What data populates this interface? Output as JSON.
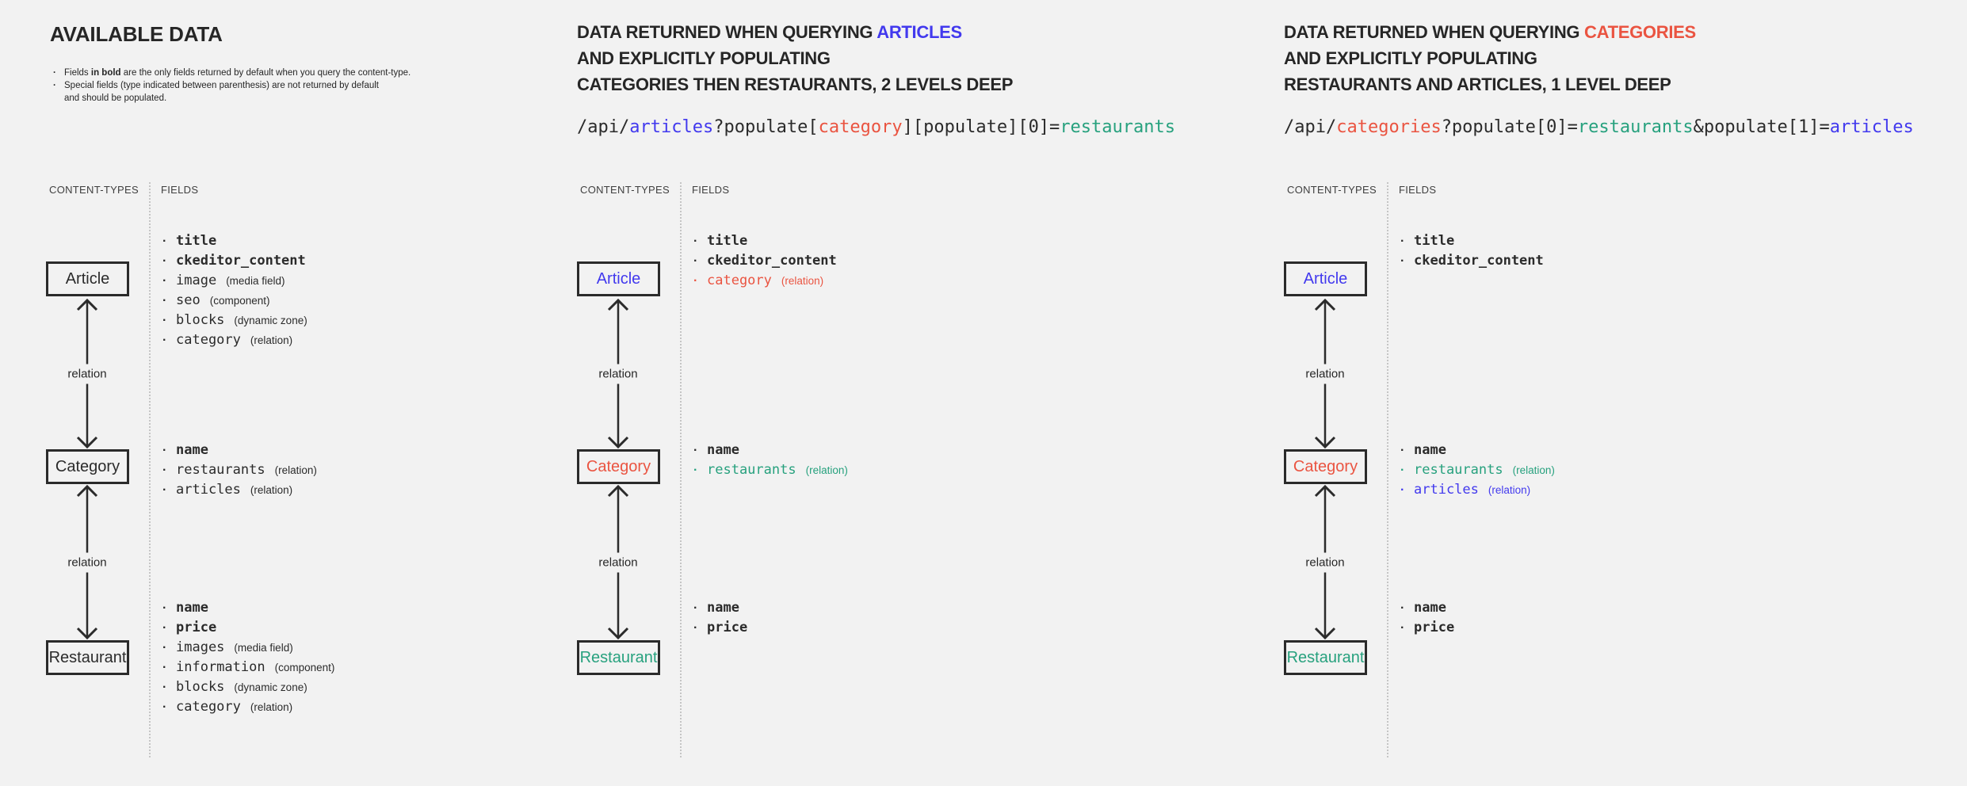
{
  "palette": {
    "background": "#f2f2f2",
    "text": "#2b2b2b",
    "heading": "#262626",
    "label": "#3f3f3f",
    "dotted": "#c5c5c5",
    "blue": "#4239ee",
    "red": "#ea5441",
    "green": "#27a17e"
  },
  "legend": {
    "title": "AVAILABLE DATA",
    "bullet": "·",
    "note1_pre": "Fields ",
    "note1_bold": "in bold",
    "note1_post": " are the only fields returned by default when you query the content-type.",
    "note2_line1": "Special fields (type indicated between parenthesis) are not returned by default",
    "note2_line2": "and should be populated."
  },
  "labels": {
    "content_types": "CONTENT-TYPES",
    "fields": "FIELDS",
    "relation": "relation",
    "bullet": "·"
  },
  "columns": [
    {
      "boxes": [
        {
          "label": "Article",
          "color": "text"
        },
        {
          "label": "Category",
          "color": "text"
        },
        {
          "label": "Restaurant",
          "color": "text"
        }
      ],
      "article_fields": [
        {
          "name": "title",
          "type": "",
          "bold": true,
          "color": "text"
        },
        {
          "name": "ckeditor_content",
          "type": "",
          "bold": true,
          "color": "text"
        },
        {
          "name": "image",
          "type": "(media field)",
          "bold": false,
          "color": "text"
        },
        {
          "name": "seo",
          "type": "(component)",
          "bold": false,
          "color": "text"
        },
        {
          "name": "blocks",
          "type": "(dynamic zone)",
          "bold": false,
          "color": "text"
        },
        {
          "name": "category",
          "type": "(relation)",
          "bold": false,
          "color": "text"
        }
      ],
      "category_fields": [
        {
          "name": "name",
          "type": "",
          "bold": true,
          "color": "text"
        },
        {
          "name": "restaurants",
          "type": "(relation)",
          "bold": false,
          "color": "text"
        },
        {
          "name": "articles",
          "type": "(relation)",
          "bold": false,
          "color": "text"
        }
      ],
      "restaurant_fields": [
        {
          "name": "name",
          "type": "",
          "bold": true,
          "color": "text"
        },
        {
          "name": "price",
          "type": "",
          "bold": true,
          "color": "text"
        },
        {
          "name": "images",
          "type": "(media field)",
          "bold": false,
          "color": "text"
        },
        {
          "name": "information",
          "type": "(component)",
          "bold": false,
          "color": "text"
        },
        {
          "name": "blocks",
          "type": "(dynamic zone)",
          "bold": false,
          "color": "text"
        },
        {
          "name": "category",
          "type": "(relation)",
          "bold": false,
          "color": "text"
        }
      ]
    },
    {
      "heading": {
        "line1_pre": "DATA RETURNED WHEN QUERYING ",
        "line1_highlight": "ARTICLES",
        "highlight_color": "blue",
        "line2": "AND EXPLICITLY POPULATING",
        "line3": "CATEGORIES THEN RESTAURANTS, 2 LEVELS DEEP"
      },
      "api": [
        {
          "t": "/api/",
          "c": "text"
        },
        {
          "t": "articles",
          "c": "blue"
        },
        {
          "t": "?populate[",
          "c": "text"
        },
        {
          "t": "category",
          "c": "red"
        },
        {
          "t": "][populate][0]=",
          "c": "text"
        },
        {
          "t": "restaurants",
          "c": "green"
        }
      ],
      "boxes": [
        {
          "label": "Article",
          "color": "blue"
        },
        {
          "label": "Category",
          "color": "red"
        },
        {
          "label": "Restaurant",
          "color": "green"
        }
      ],
      "article_fields": [
        {
          "name": "title",
          "type": "",
          "bold": true,
          "color": "text"
        },
        {
          "name": "ckeditor_content",
          "type": "",
          "bold": true,
          "color": "text"
        },
        {
          "name": "category",
          "type": "(relation)",
          "bold": false,
          "color": "red"
        }
      ],
      "category_fields": [
        {
          "name": "name",
          "type": "",
          "bold": true,
          "color": "text"
        },
        {
          "name": "restaurants",
          "type": "(relation)",
          "bold": false,
          "color": "green"
        }
      ],
      "restaurant_fields": [
        {
          "name": "name",
          "type": "",
          "bold": true,
          "color": "text"
        },
        {
          "name": "price",
          "type": "",
          "bold": true,
          "color": "text"
        }
      ]
    },
    {
      "heading": {
        "line1_pre": "DATA RETURNED WHEN QUERYING ",
        "line1_highlight": "CATEGORIES",
        "highlight_color": "red",
        "line2": "AND EXPLICITLY POPULATING",
        "line3": "RESTAURANTS AND ARTICLES, 1 LEVEL DEEP"
      },
      "api": [
        {
          "t": "/api/",
          "c": "text"
        },
        {
          "t": "categories",
          "c": "red"
        },
        {
          "t": "?populate[0]=",
          "c": "text"
        },
        {
          "t": "restaurants",
          "c": "green"
        },
        {
          "t": "&populate[1]=",
          "c": "text"
        },
        {
          "t": "articles",
          "c": "blue"
        }
      ],
      "boxes": [
        {
          "label": "Article",
          "color": "blue"
        },
        {
          "label": "Category",
          "color": "red"
        },
        {
          "label": "Restaurant",
          "color": "green"
        }
      ],
      "article_fields": [
        {
          "name": "title",
          "type": "",
          "bold": true,
          "color": "text"
        },
        {
          "name": "ckeditor_content",
          "type": "",
          "bold": true,
          "color": "text"
        }
      ],
      "category_fields": [
        {
          "name": "name",
          "type": "",
          "bold": true,
          "color": "text"
        },
        {
          "name": "restaurants",
          "type": "(relation)",
          "bold": false,
          "color": "green"
        },
        {
          "name": "articles",
          "type": "(relation)",
          "bold": false,
          "color": "blue"
        }
      ],
      "restaurant_fields": [
        {
          "name": "name",
          "type": "",
          "bold": true,
          "color": "text"
        },
        {
          "name": "price",
          "type": "",
          "bold": true,
          "color": "text"
        }
      ]
    }
  ]
}
